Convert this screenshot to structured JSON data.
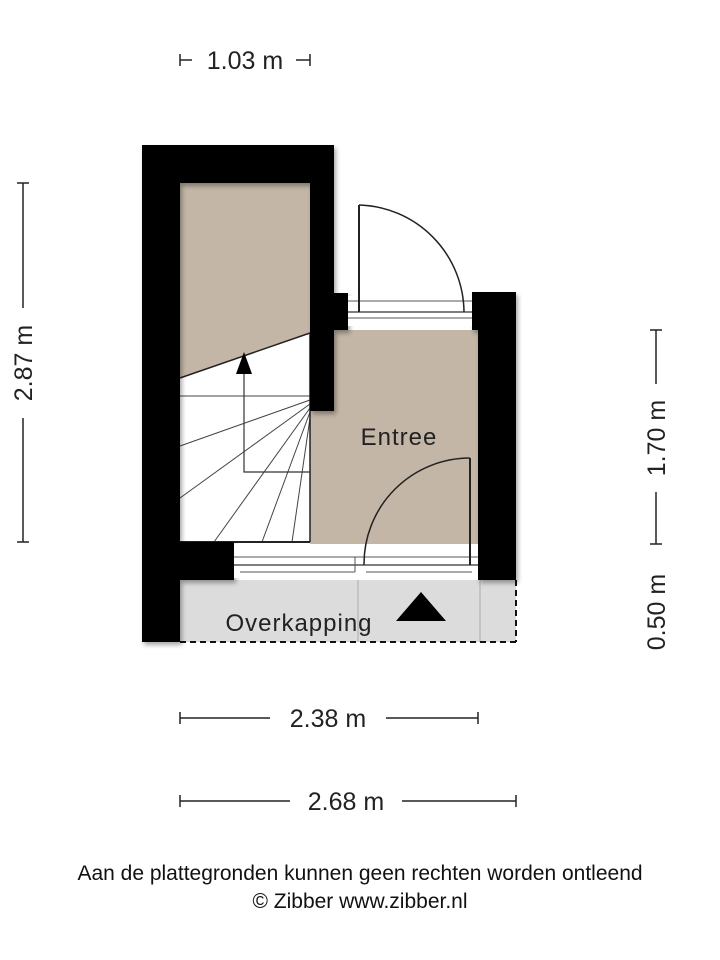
{
  "dimensions": {
    "top_width": "1.03 m",
    "left_height": "2.87 m",
    "right_upper": "1.70 m",
    "right_lower": "0.50 m",
    "bottom_inner": "2.38 m",
    "bottom_outer": "2.68 m"
  },
  "rooms": {
    "entree": "Entree",
    "overkapping": "Overkapping"
  },
  "footer": {
    "disclaimer": "Aan de plattegronden kunnen geen rechten worden ontleend",
    "copyright": "© Zibber www.zibber.nl"
  },
  "colors": {
    "wall": "#000000",
    "floor": "#c3b6a6",
    "canopy": "#dcdcdc",
    "line": "#222222"
  }
}
